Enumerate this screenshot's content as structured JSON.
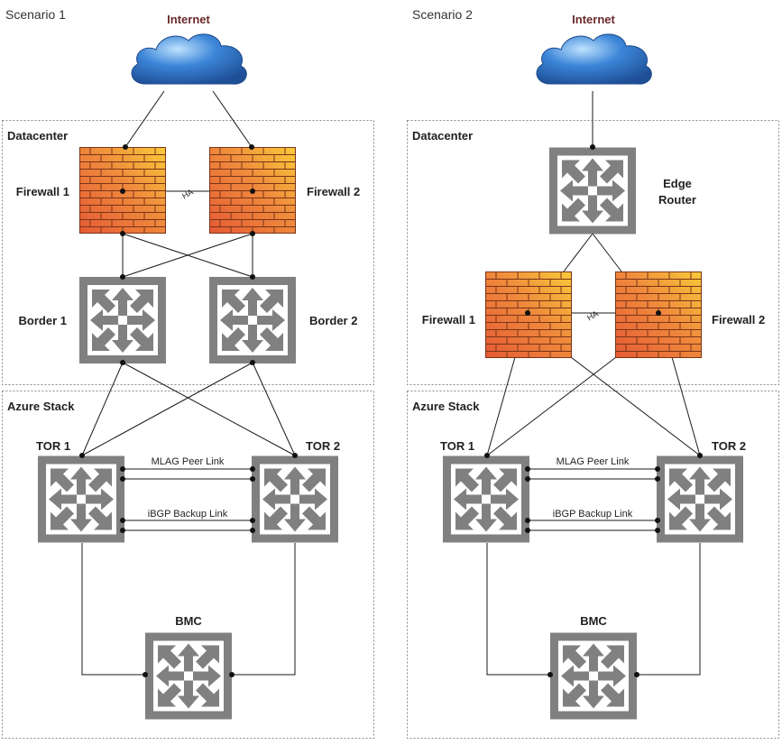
{
  "scenario1": {
    "title": "Scenario 1",
    "internet": "Internet",
    "datacenter": "Datacenter",
    "firewall1": "Firewall 1",
    "firewall2": "Firewall 2",
    "ha": "HA",
    "border1": "Border 1",
    "border2": "Border 2",
    "azure_stack": "Azure Stack",
    "tor1": "TOR 1",
    "tor2": "TOR 2",
    "mlag": "MLAG Peer Link",
    "ibgp": "iBGP Backup Link",
    "bmc": "BMC"
  },
  "scenario2": {
    "title": "Scenario 2",
    "internet": "Internet",
    "datacenter": "Datacenter",
    "edge_router_line1": "Edge",
    "edge_router_line2": "Router",
    "firewall1": "Firewall 1",
    "firewall2": "Firewall 2",
    "ha": "HA",
    "azure_stack": "Azure Stack",
    "tor1": "TOR 1",
    "tor2": "TOR 2",
    "mlag": "MLAG Peer Link",
    "ibgp": "iBGP Backup Link",
    "bmc": "BMC"
  },
  "colors": {
    "cloud": "#2f6fbf",
    "firewall_brick": "#e8733a",
    "firewall_highlight": "#f6c445",
    "switch": "#808080"
  }
}
